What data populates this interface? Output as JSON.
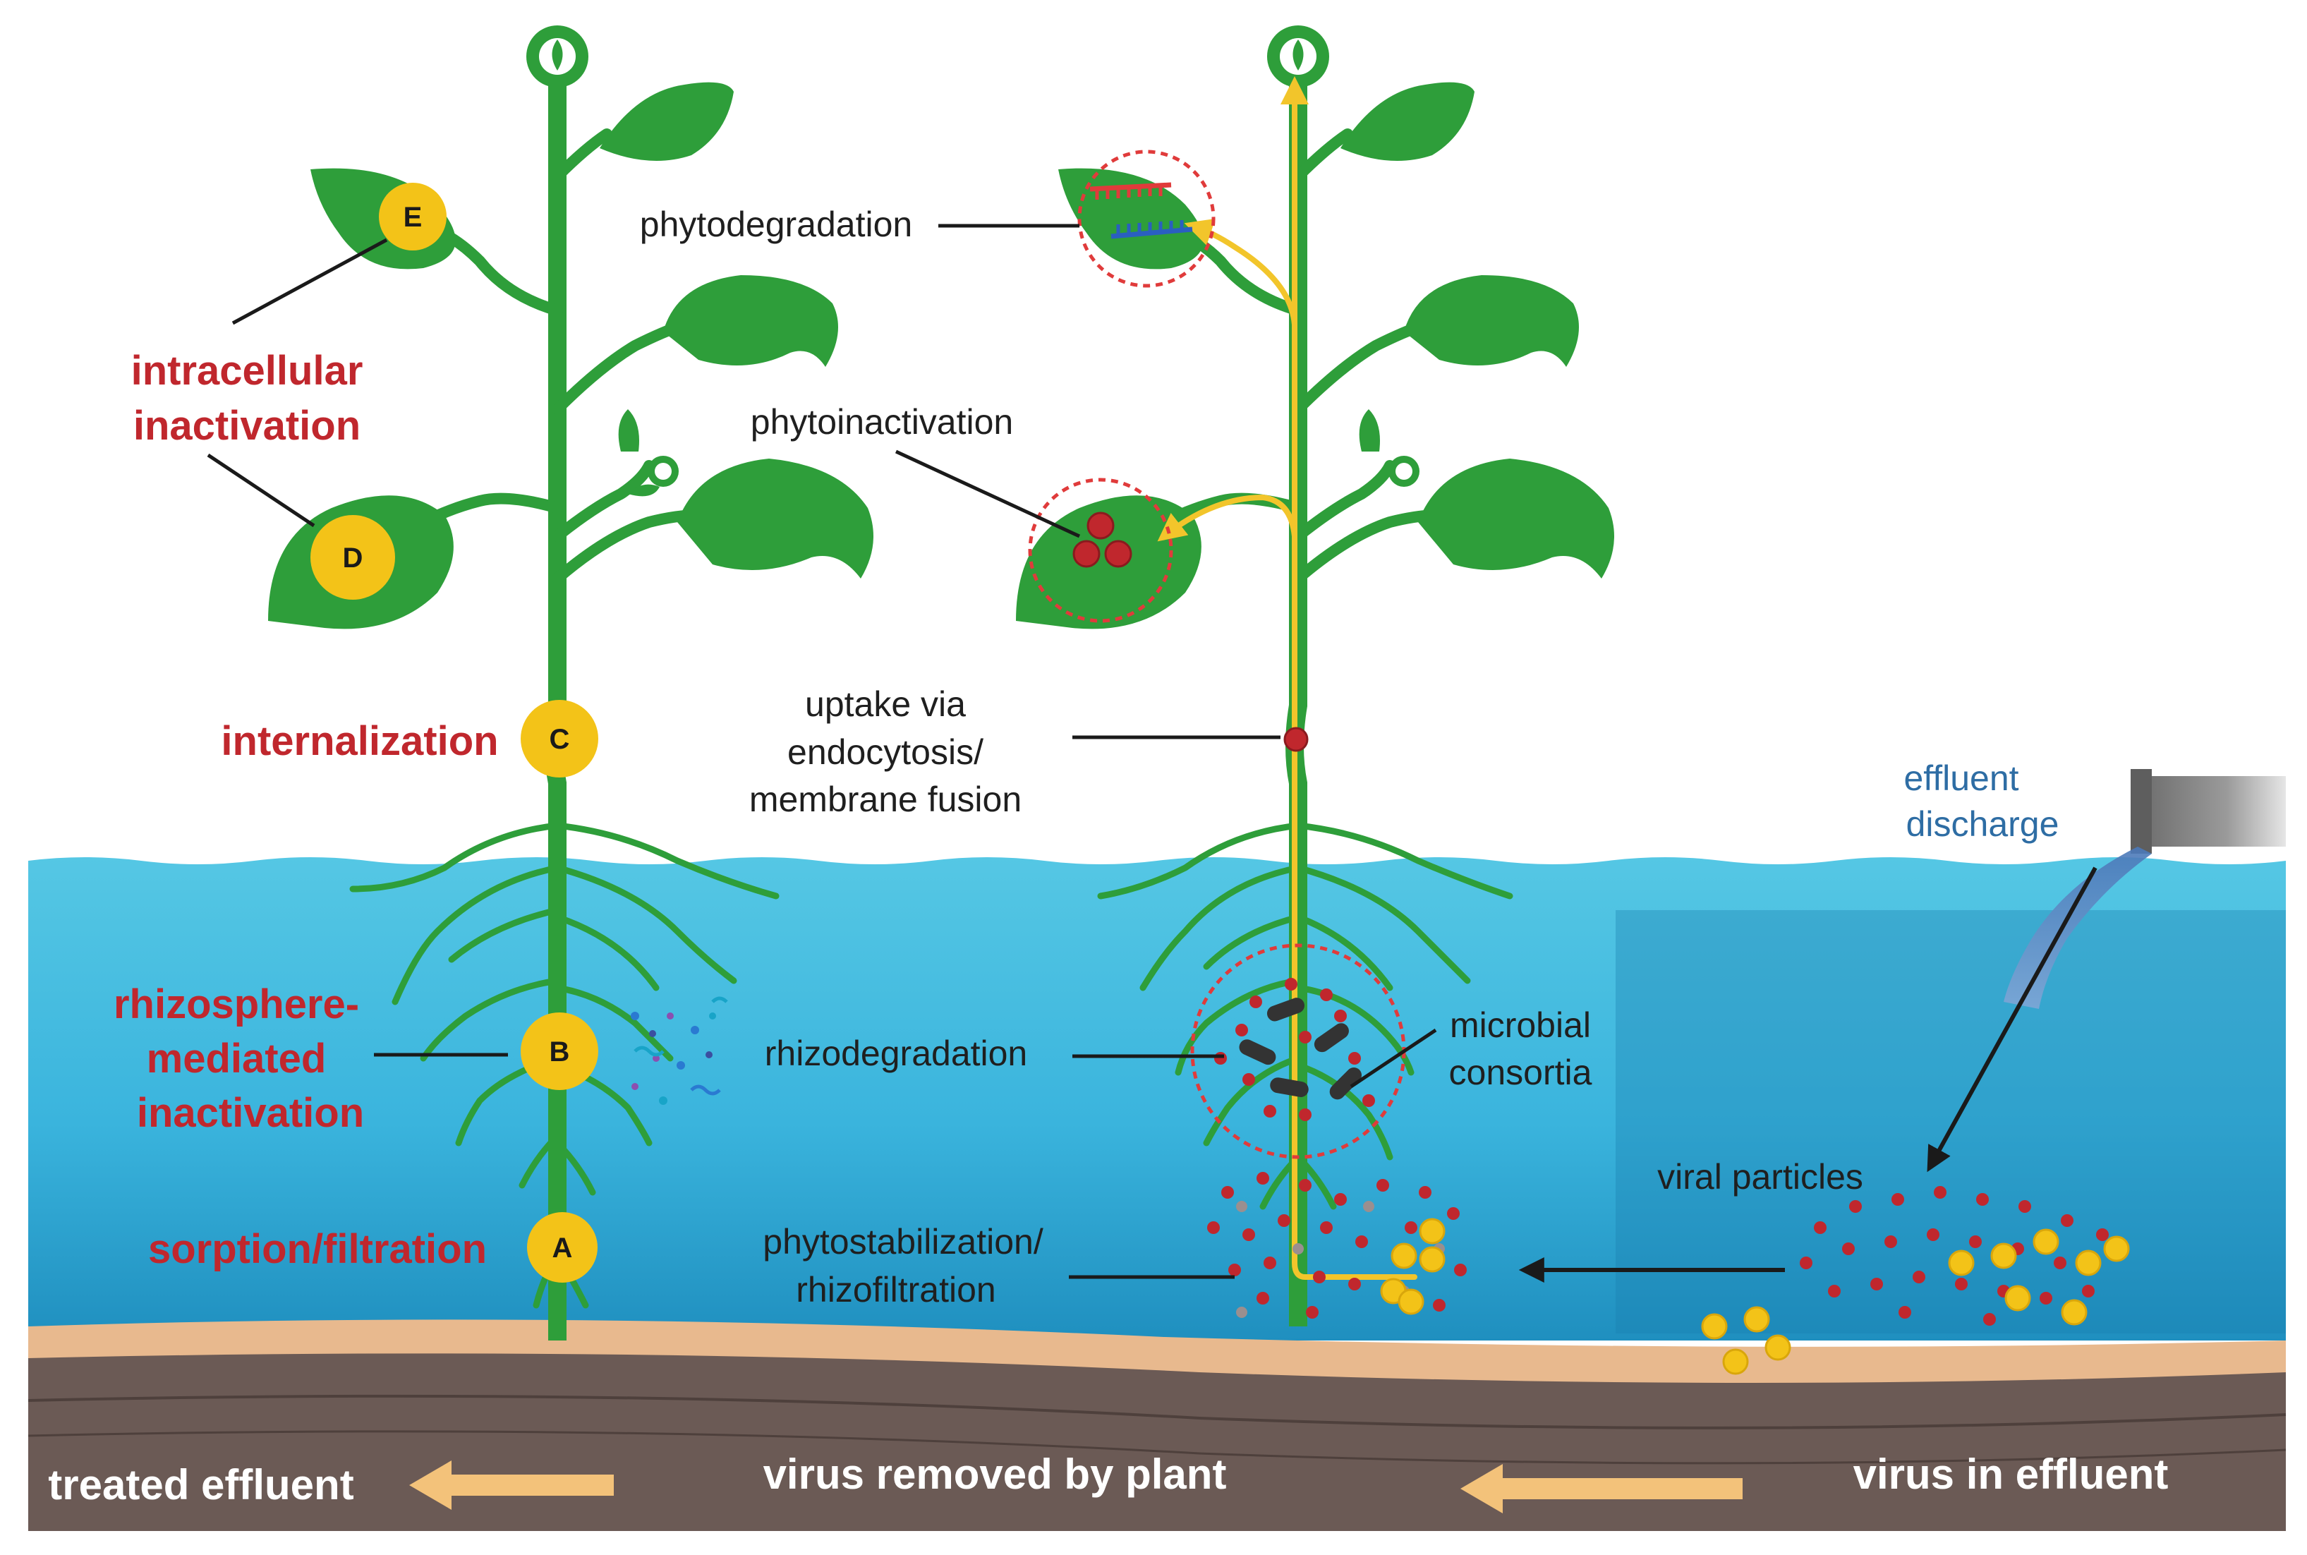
{
  "labels": {
    "left": {
      "intracellular_inactivation": [
        "intracellular",
        "inactivation"
      ],
      "internalization": "internalization",
      "rhizosphere_mediated_inactivation": [
        "rhizosphere-",
        "mediated",
        "inactivation"
      ],
      "sorption_filtration": "sorption/filtration"
    },
    "markers": {
      "a": "A",
      "b": "B",
      "c": "C",
      "d": "D",
      "e": "E"
    },
    "right": {
      "phytodegradation": "phytodegradation",
      "phytoinactivation": "phytoinactivation",
      "uptake": [
        "uptake via",
        "endocytosis/",
        "membrane fusion"
      ],
      "rhizodegradation": "rhizodegradation",
      "microbial_consortia": [
        "microbial",
        "consortia"
      ],
      "phytostabilization": [
        "phytostabilization/",
        "rhizofiltration"
      ],
      "viral_particles": "viral particles",
      "effluent_discharge": [
        "effluent",
        "discharge"
      ]
    },
    "bottom": {
      "treated_effluent": "treated effluent",
      "virus_removed": "virus removed by plant",
      "virus_in_effluent": "virus in effluent"
    }
  },
  "colors": {
    "red_label": "#c0272d",
    "blue_label": "#2e6da4",
    "plant_green": "#2e9e3a",
    "water_top": "#55c7e4",
    "water_bottom": "#1f8fbf",
    "sand": "#e8b98e",
    "soil": "#6b5a55",
    "marker_yellow": "#f3c318",
    "uptake_arrow": "#f2c52b",
    "flow_arrow": "#f3c27a",
    "virus_red": "#c0272d"
  },
  "icons": {
    "pipe": "pipe-icon",
    "virus": "virus-particle-icon",
    "microbe": "microbe-icon",
    "rna": "rna-strand-icon"
  }
}
